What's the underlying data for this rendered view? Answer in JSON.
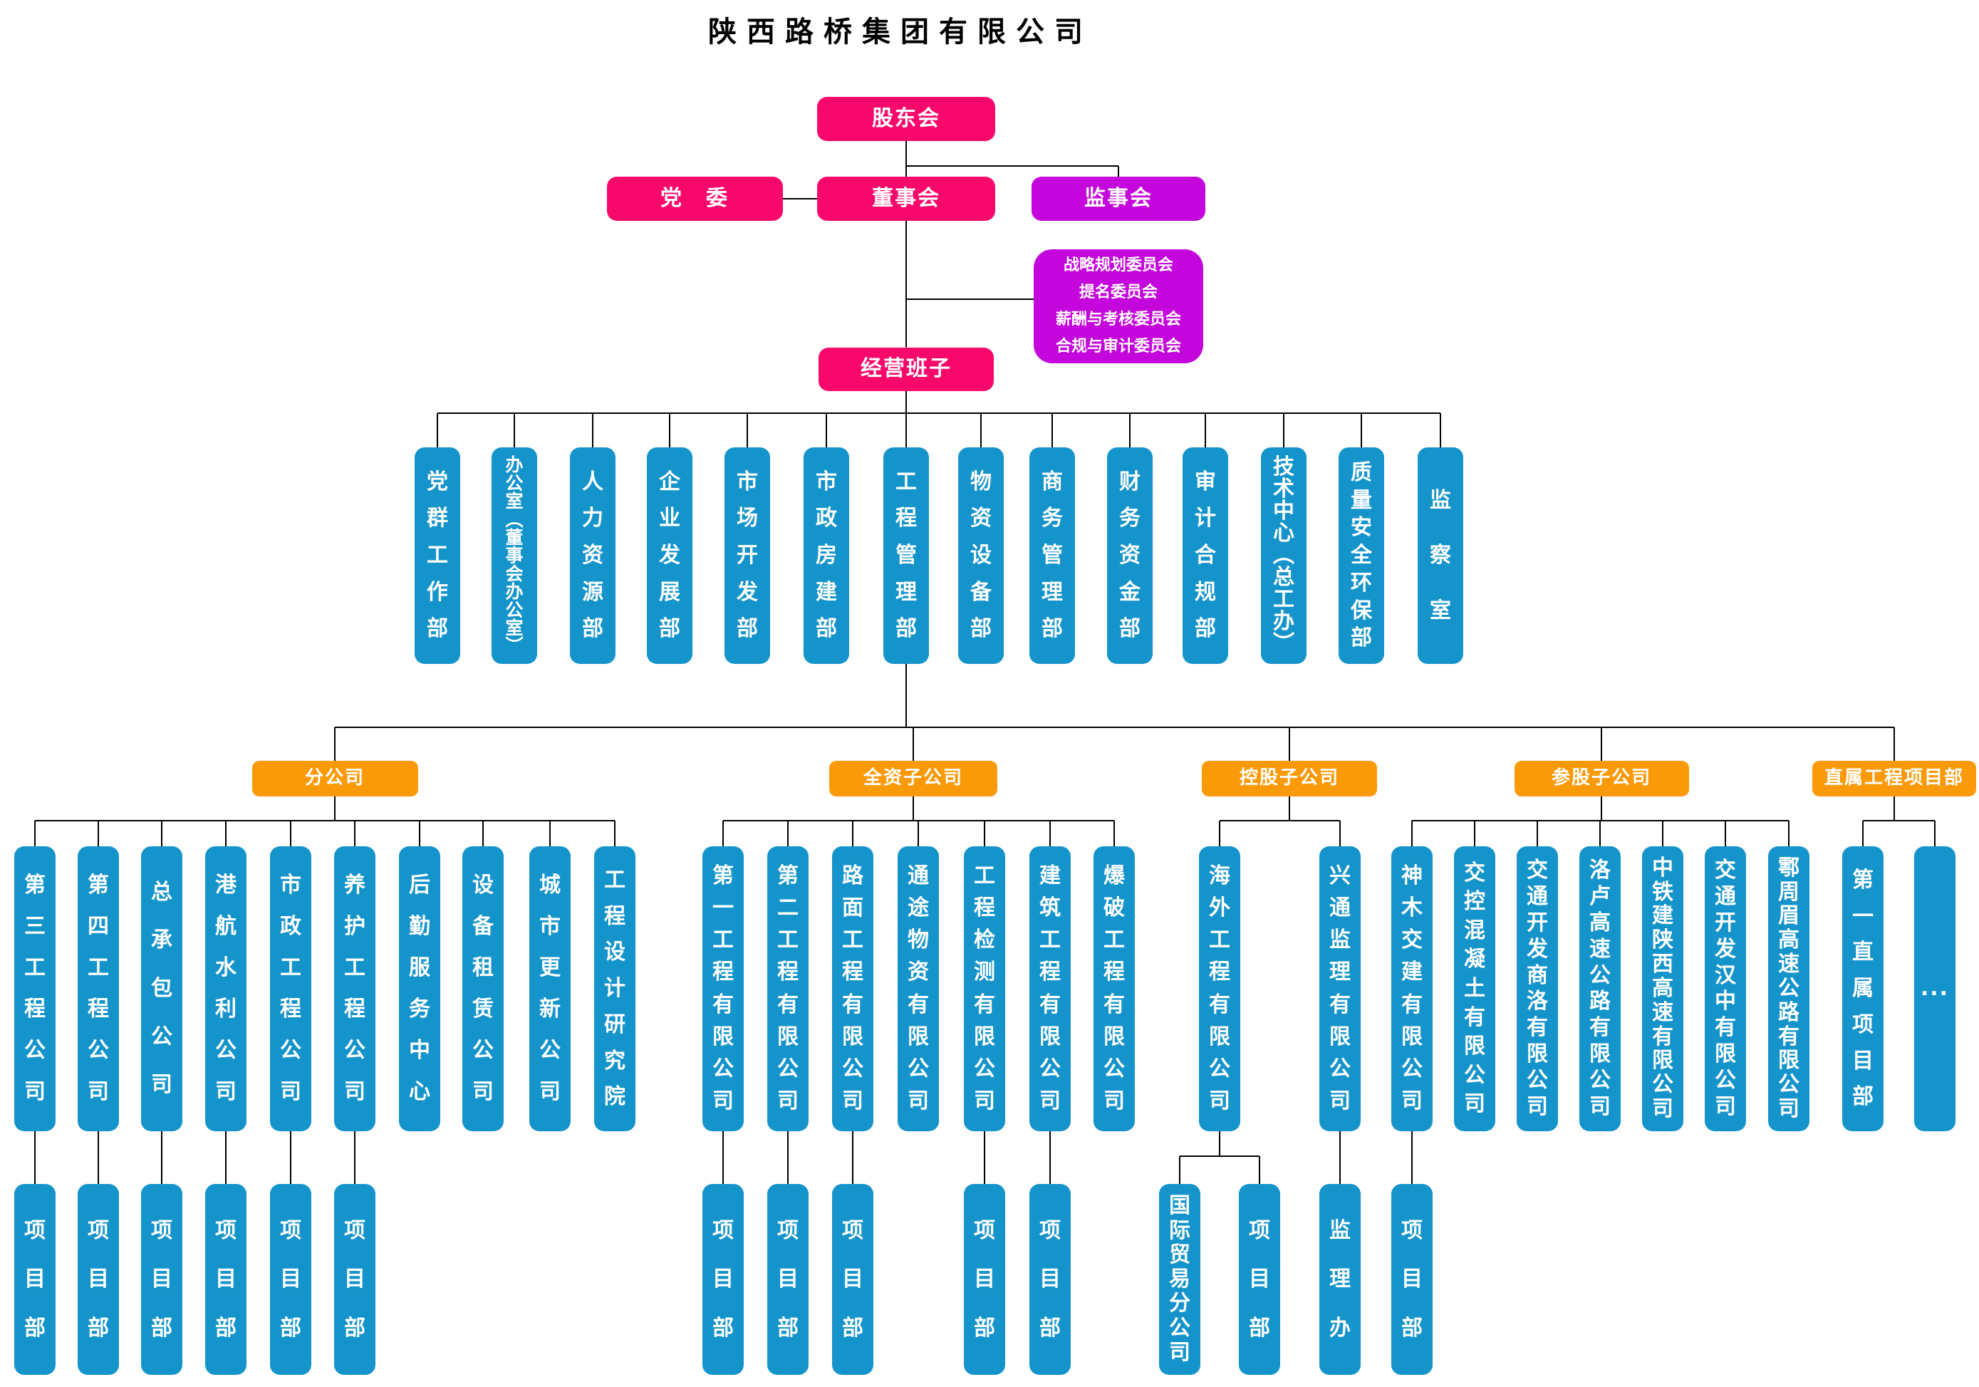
{
  "title": "陕西路桥集团有限公司",
  "colors": {
    "pink": "#F8086B",
    "purple": "#C405DB",
    "blue": "#1594CB",
    "orange": "#FB9A09",
    "line": "#000000",
    "box_text": "#FFFFFF",
    "title_text": "#000000"
  },
  "top": {
    "shareholders": "股东会",
    "party_committee": "党　委",
    "board": "董事会",
    "supervisory_board": "监事会",
    "committees": [
      "战略规划委员会",
      "提名委员会",
      "薪酬与考核委员会",
      "合规与审计委员会"
    ],
    "management_team": "经营班子"
  },
  "departments": [
    "党群工作部",
    "办公室（董事会办公室）",
    "人力资源部",
    "企业发展部",
    "市场开发部",
    "市政房建部",
    "工程管理部",
    "物资设备部",
    "商务管理部",
    "财务资金部",
    "审计合规部",
    "技术中心（总工办）",
    "质量安全环保部",
    "监察室"
  ],
  "groups": [
    {
      "label": "分公司",
      "children": [
        {
          "label": "第三工程公司",
          "sub": [
            "项目部"
          ]
        },
        {
          "label": "第四工程公司",
          "sub": [
            "项目部"
          ]
        },
        {
          "label": "总承包公司",
          "sub": [
            "项目部"
          ]
        },
        {
          "label": "港航水利公司",
          "sub": [
            "项目部"
          ]
        },
        {
          "label": "市政工程公司",
          "sub": [
            "项目部"
          ]
        },
        {
          "label": "养护工程公司",
          "sub": [
            "项目部"
          ]
        },
        {
          "label": "后勤服务中心",
          "sub": []
        },
        {
          "label": "设备租赁公司",
          "sub": []
        },
        {
          "label": "城市更新公司",
          "sub": []
        },
        {
          "label": "工程设计研究院",
          "sub": []
        }
      ]
    },
    {
      "label": "全资子公司",
      "children": [
        {
          "label": "第一工程有限公司",
          "sub": [
            "项目部"
          ]
        },
        {
          "label": "第二工程有限公司",
          "sub": [
            "项目部"
          ]
        },
        {
          "label": "路面工程有限公司",
          "sub": [
            "项目部"
          ]
        },
        {
          "label": "通途物资有限公司",
          "sub": []
        },
        {
          "label": "工程检测有限公司",
          "sub": [
            "项目部"
          ]
        },
        {
          "label": "建筑工程有限公司",
          "sub": [
            "项目部"
          ]
        },
        {
          "label": "爆破工程有限公司",
          "sub": []
        }
      ]
    },
    {
      "label": "控股子公司",
      "children": [
        {
          "label": "海外工程有限公司",
          "sub": [
            "国际贸易分公司",
            "项目部"
          ]
        },
        {
          "label": "兴通监理有限公司",
          "sub": [
            "监理办"
          ]
        }
      ]
    },
    {
      "label": "参股子公司",
      "children": [
        {
          "label": "神木交建有限公司",
          "sub": [
            "项目部"
          ]
        },
        {
          "label": "交控混凝土有限公司",
          "sub": []
        },
        {
          "label": "交通开发商洛有限公司",
          "sub": []
        },
        {
          "label": "洛卢高速公路有限公司",
          "sub": []
        },
        {
          "label": "中铁建陕西高速有限公司",
          "sub": []
        },
        {
          "label": "交通开发汉中有限公司",
          "sub": []
        },
        {
          "label": "鄠周眉高速公路有限公司",
          "sub": []
        }
      ]
    },
    {
      "label": "直属工程项目部",
      "children": [
        {
          "label": "第一直属项目部",
          "sub": []
        },
        {
          "label": "...",
          "sub": [],
          "orientation": "h"
        }
      ]
    }
  ]
}
